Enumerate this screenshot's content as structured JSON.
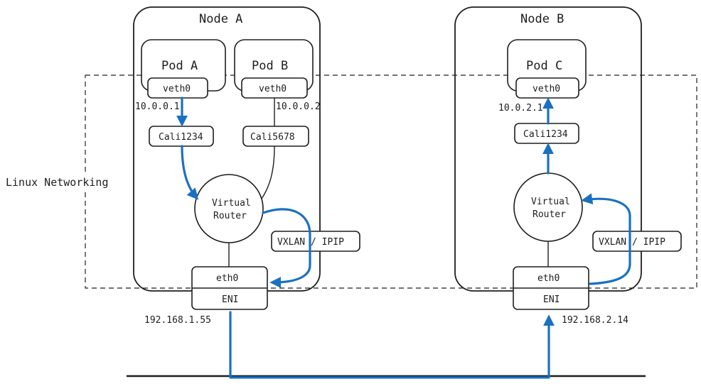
{
  "diagram": {
    "side_label": "Linux Networking",
    "node_a": {
      "title": "Node A",
      "pod_a": "Pod A",
      "pod_b": "Pod B",
      "veth_a": "veth0",
      "veth_b": "veth0",
      "ip_pod_a": "10.0.0.1",
      "ip_pod_b": "10.0.0.2",
      "cali_a": "Cali1234",
      "cali_b": "Cali5678",
      "router_line1": "Virtual",
      "router_line2": "Router",
      "tunnel": "VXLAN / IPIP",
      "eth": "eth0",
      "eni": "ENI",
      "ip_eni": "192.168.1.55"
    },
    "node_b": {
      "title": "Node B",
      "pod_c": "Pod C",
      "veth_c": "veth0",
      "ip_pod_c": "10.0.2.1",
      "cali_c": "Cali1234",
      "router_line1": "Virtual",
      "router_line2": "Router",
      "tunnel": "VXLAN / IPIP",
      "eth": "eth0",
      "eni": "ENI",
      "ip_eni": "192.168.2.14"
    },
    "colors": {
      "flow": "#1971c2",
      "stroke": "#1e1e1e"
    }
  }
}
